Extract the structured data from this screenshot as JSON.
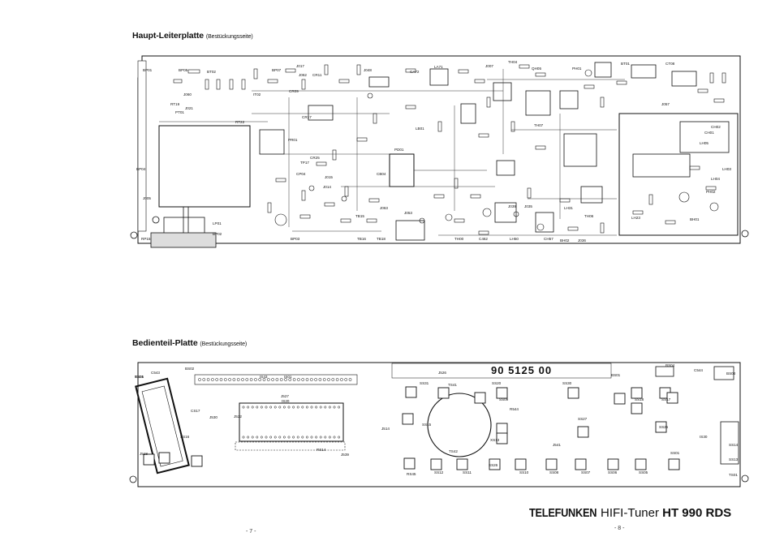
{
  "main_board": {
    "title": "Haupt-Leiterplatte",
    "subtitle": "(Bestückungsseite)"
  },
  "control_board": {
    "title": "Bedienteil-Platte",
    "subtitle": "(Bestückungsseite)",
    "part_number": "90   5125   00"
  },
  "brand": {
    "name": "TELEFUNKEN",
    "product": "HIFI-Tuner",
    "model": "HT 990 RDS"
  },
  "pages": {
    "left": "- 7 -",
    "right": "- 8 -"
  },
  "main_labels": [
    "BP01",
    "BP05",
    "BT02",
    "BP07",
    "J017",
    "J062",
    "CR11",
    "J048",
    "LA71",
    "CA72",
    "J007",
    "TH04",
    "QH05",
    "BT01",
    "CT08",
    "PH01",
    "J021",
    "RT19",
    "IT02",
    "J060",
    "PT01",
    "CR09",
    "CR17",
    "TH07",
    "J057",
    "RT22",
    "CR25",
    "CP04",
    "J015",
    "J014",
    "PR01",
    "TP17",
    "BP04",
    "J005",
    "LP01",
    "BP02",
    "RP15",
    "BP03",
    "TB15",
    "TB16",
    "TB18",
    "J063",
    "J053",
    "LB01",
    "PD01",
    "CB04",
    "TH00",
    "C462",
    "LH50",
    "CH57",
    "BH02",
    "LH31",
    "J036",
    "LH05",
    "LH04",
    "LH23",
    "TH06",
    "BH01",
    "J035",
    "J039",
    "CH02",
    "CH01",
    "PH02",
    "LH03"
  ],
  "control_labels": [
    "BS05",
    "C543",
    "BS02",
    "IS43",
    "IS01",
    "J526",
    "SS31",
    "TS41",
    "SS20",
    "SS30",
    "BS01",
    "BS04",
    "C544",
    "BS03",
    "IS20",
    "SS17",
    "SS18",
    "J527",
    "J530",
    "CS17",
    "J518",
    "SS16",
    "J522",
    "J514",
    "TS42",
    "XS13",
    "SS27",
    "SS25",
    "SS26",
    "SS09",
    "R544",
    "RS45",
    "SS12",
    "SS11",
    "SS10",
    "SS08",
    "SS07",
    "SS06",
    "SS05",
    "SS01",
    "TS01",
    "SS13",
    "SS14",
    "SS15",
    "J541",
    "RS14",
    "J539",
    "IS30",
    "TS01"
  ]
}
